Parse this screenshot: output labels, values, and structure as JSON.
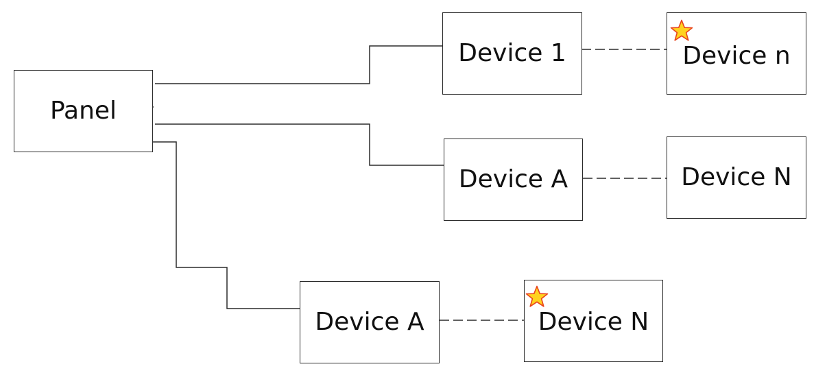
{
  "nodes": {
    "panel": {
      "label": "Panel"
    },
    "device_1": {
      "label": "Device 1"
    },
    "device_n_top": {
      "label": "Device n",
      "starred": true
    },
    "device_a_mid": {
      "label": "Device A"
    },
    "device_N_mid": {
      "label": "Device N"
    },
    "device_a_bottom": {
      "label": "Device A"
    },
    "device_N_bottom": {
      "label": "Device N",
      "starred": true
    }
  },
  "colors": {
    "line": "#2b2b2b",
    "star_fill": "#ffd21f",
    "star_stroke": "#e8431c"
  },
  "icons": {
    "marker": "star-icon"
  }
}
